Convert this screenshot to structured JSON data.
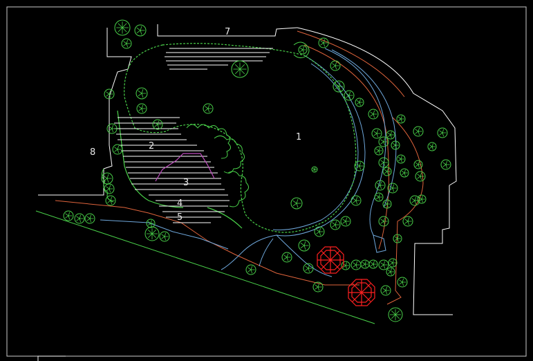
{
  "drawing": {
    "area_labels": {
      "a1": "1",
      "a2": "2",
      "a3": "3",
      "a4": "4",
      "a5": "5",
      "a7": "7",
      "a8": "8"
    },
    "colors": {
      "background": "#000000",
      "boundary": "#ffffff",
      "vegetation": "#4ad24a",
      "paths": "#6fa8dc",
      "edges": "#e0643c",
      "pavilion": "#ff2020",
      "steps": "#ffffff",
      "accent": "#c04dc0",
      "frame": "#cccccc"
    },
    "icons": {
      "tree": "tree-symbol-icon",
      "pavilion": "octagonal-pavilion-icon"
    }
  }
}
